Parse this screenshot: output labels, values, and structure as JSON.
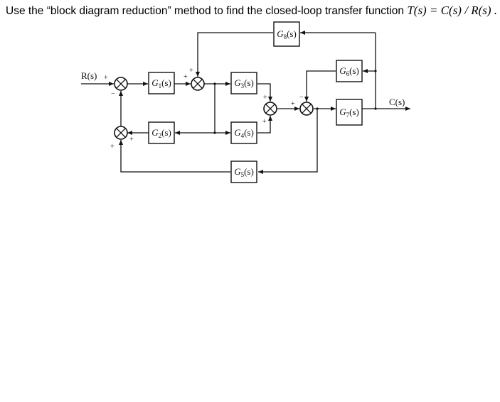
{
  "question": {
    "prefix": "Use the “block diagram reduction” method to find the closed-loop transfer function ",
    "formula": "T(s) = C(s) / R(s) ."
  },
  "diagram": {
    "input_label": "R(s)",
    "output_label": "C(s)",
    "blocks": {
      "g1": "G1(s)",
      "g2": "G2(s)",
      "g3": "G3(s)",
      "g4": "G4(s)",
      "g5": "G5(s)",
      "g6": "G6(s)",
      "g7": "G7(s)",
      "g8": "G8(s)"
    },
    "signs": {
      "s1_in": "+",
      "s1_fb": "−",
      "s2_in": "+",
      "s2_top": "+",
      "s3_top": "+",
      "s3_bot": "+",
      "s4_in": "+",
      "s4_top": "−",
      "s5_right": "+",
      "s5_bot": "+"
    }
  }
}
